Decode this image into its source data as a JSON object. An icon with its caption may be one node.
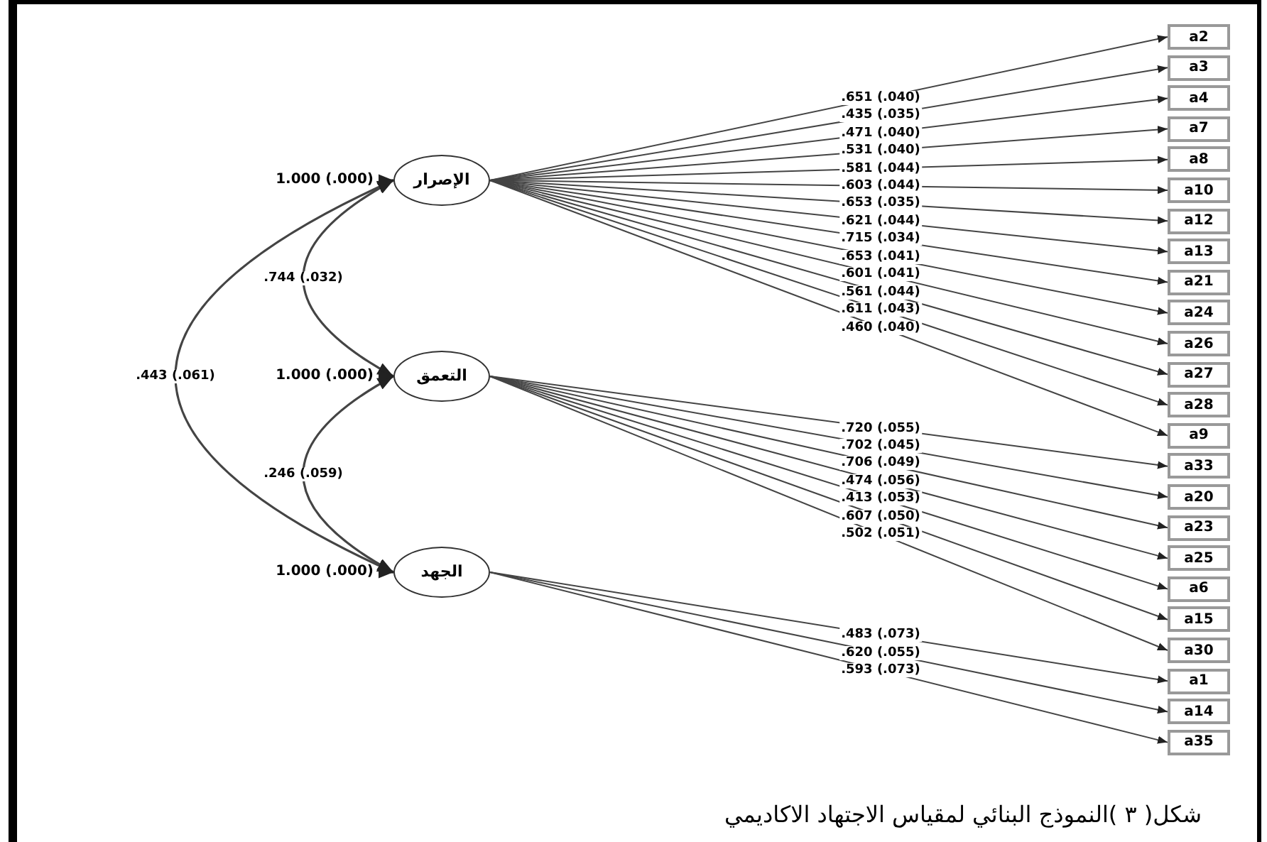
{
  "diagram": {
    "caption": "شكل( ٣ )النموذج البنائي لمقياس الاجتهاد الاكاديمي",
    "nodes": [
      {
        "text": [
          "الإصرار"
        ],
        "beside": [
          "1.000 (.000)"
        ]
      },
      {
        "text": [
          "التعمق"
        ],
        "beside": [
          "1.000 (.000)"
        ]
      },
      {
        "text": [
          "الجهد"
        ],
        "beside": [
          "1.000 (.000)"
        ]
      },
      {
        "text": [
          "a2"
        ]
      },
      {
        "text": [
          "a3"
        ]
      },
      {
        "text": [
          "a4"
        ]
      },
      {
        "text": [
          "a7"
        ]
      },
      {
        "text": [
          "a8"
        ]
      },
      {
        "text": [
          "a10"
        ]
      },
      {
        "text": [
          "a12"
        ]
      },
      {
        "text": [
          "a13"
        ]
      },
      {
        "text": [
          "a21"
        ]
      },
      {
        "text": [
          "a24"
        ]
      },
      {
        "text": [
          "a26"
        ]
      },
      {
        "text": [
          "a27"
        ]
      },
      {
        "text": [
          "a28"
        ]
      },
      {
        "text": [
          "a9"
        ]
      },
      {
        "text": [
          "a33"
        ]
      },
      {
        "text": [
          "a20"
        ]
      },
      {
        "text": [
          "a23"
        ]
      },
      {
        "text": [
          "a25"
        ]
      },
      {
        "text": [
          "a6"
        ]
      },
      {
        "text": [
          "a15"
        ]
      },
      {
        "text": [
          "a30"
        ]
      },
      {
        "text": [
          "a1"
        ]
      },
      {
        "text": [
          "a14"
        ]
      },
      {
        "text": [
          "a35"
        ]
      }
    ],
    "edges": [
      {
        "from": 0,
        "to": 3,
        "arrow": "to",
        "label": ".651 (.040)"
      },
      {
        "from": 0,
        "to": 4,
        "arrow": "to",
        "label": ".435 (.035)"
      },
      {
        "from": 0,
        "to": 5,
        "arrow": "to",
        "label": ".471 (.040)"
      },
      {
        "from": 0,
        "to": 6,
        "arrow": "to",
        "label": ".531 (.040)"
      },
      {
        "from": 0,
        "to": 7,
        "arrow": "to",
        "label": ".581 (.044)"
      },
      {
        "from": 0,
        "to": 8,
        "arrow": "to",
        "label": ".603 (.044)"
      },
      {
        "from": 0,
        "to": 9,
        "arrow": "to",
        "label": ".653 (.035)"
      },
      {
        "from": 0,
        "to": 10,
        "arrow": "to",
        "label": ".621 (.044)"
      },
      {
        "from": 0,
        "to": 11,
        "arrow": "to",
        "label": ".715 (.034)"
      },
      {
        "from": 0,
        "to": 12,
        "arrow": "to",
        "label": ".653 (.041)"
      },
      {
        "from": 0,
        "to": 13,
        "arrow": "to",
        "label": ".601 (.041)"
      },
      {
        "from": 0,
        "to": 14,
        "arrow": "to",
        "label": ".561 (.044)"
      },
      {
        "from": 0,
        "to": 15,
        "arrow": "to",
        "label": ".611 (.043)"
      },
      {
        "from": 0,
        "to": 16,
        "arrow": "to",
        "label": ".460 (.040)"
      },
      {
        "from": 1,
        "to": 17,
        "arrow": "to",
        "label": ".720 (.055)"
      },
      {
        "from": 1,
        "to": 18,
        "arrow": "to",
        "label": ".702 (.045)"
      },
      {
        "from": 1,
        "to": 19,
        "arrow": "to",
        "label": ".706 (.049)"
      },
      {
        "from": 1,
        "to": 20,
        "arrow": "to",
        "label": ".474 (.056)"
      },
      {
        "from": 1,
        "to": 21,
        "arrow": "to",
        "label": ".413 (.053)"
      },
      {
        "from": 1,
        "to": 22,
        "arrow": "to",
        "label": ".607 (.050)"
      },
      {
        "from": 1,
        "to": 23,
        "arrow": "to",
        "label": ".502 (.051)"
      },
      {
        "from": 2,
        "to": 24,
        "arrow": "to",
        "label": ".483 (.073)"
      },
      {
        "from": 2,
        "to": 25,
        "arrow": "to",
        "label": ".620 (.055)"
      },
      {
        "from": 2,
        "to": 26,
        "arrow": "to",
        "label": ".593 (.073)"
      },
      {
        "from": 0,
        "to": 1,
        "arrow": "both",
        "label": ".744 (.032)"
      },
      {
        "from": 1,
        "to": 2,
        "arrow": "both",
        "label": ".246 (.059)"
      },
      {
        "from": 0,
        "to": 2,
        "arrow": "both",
        "label": ".443 (.061)"
      }
    ]
  }
}
